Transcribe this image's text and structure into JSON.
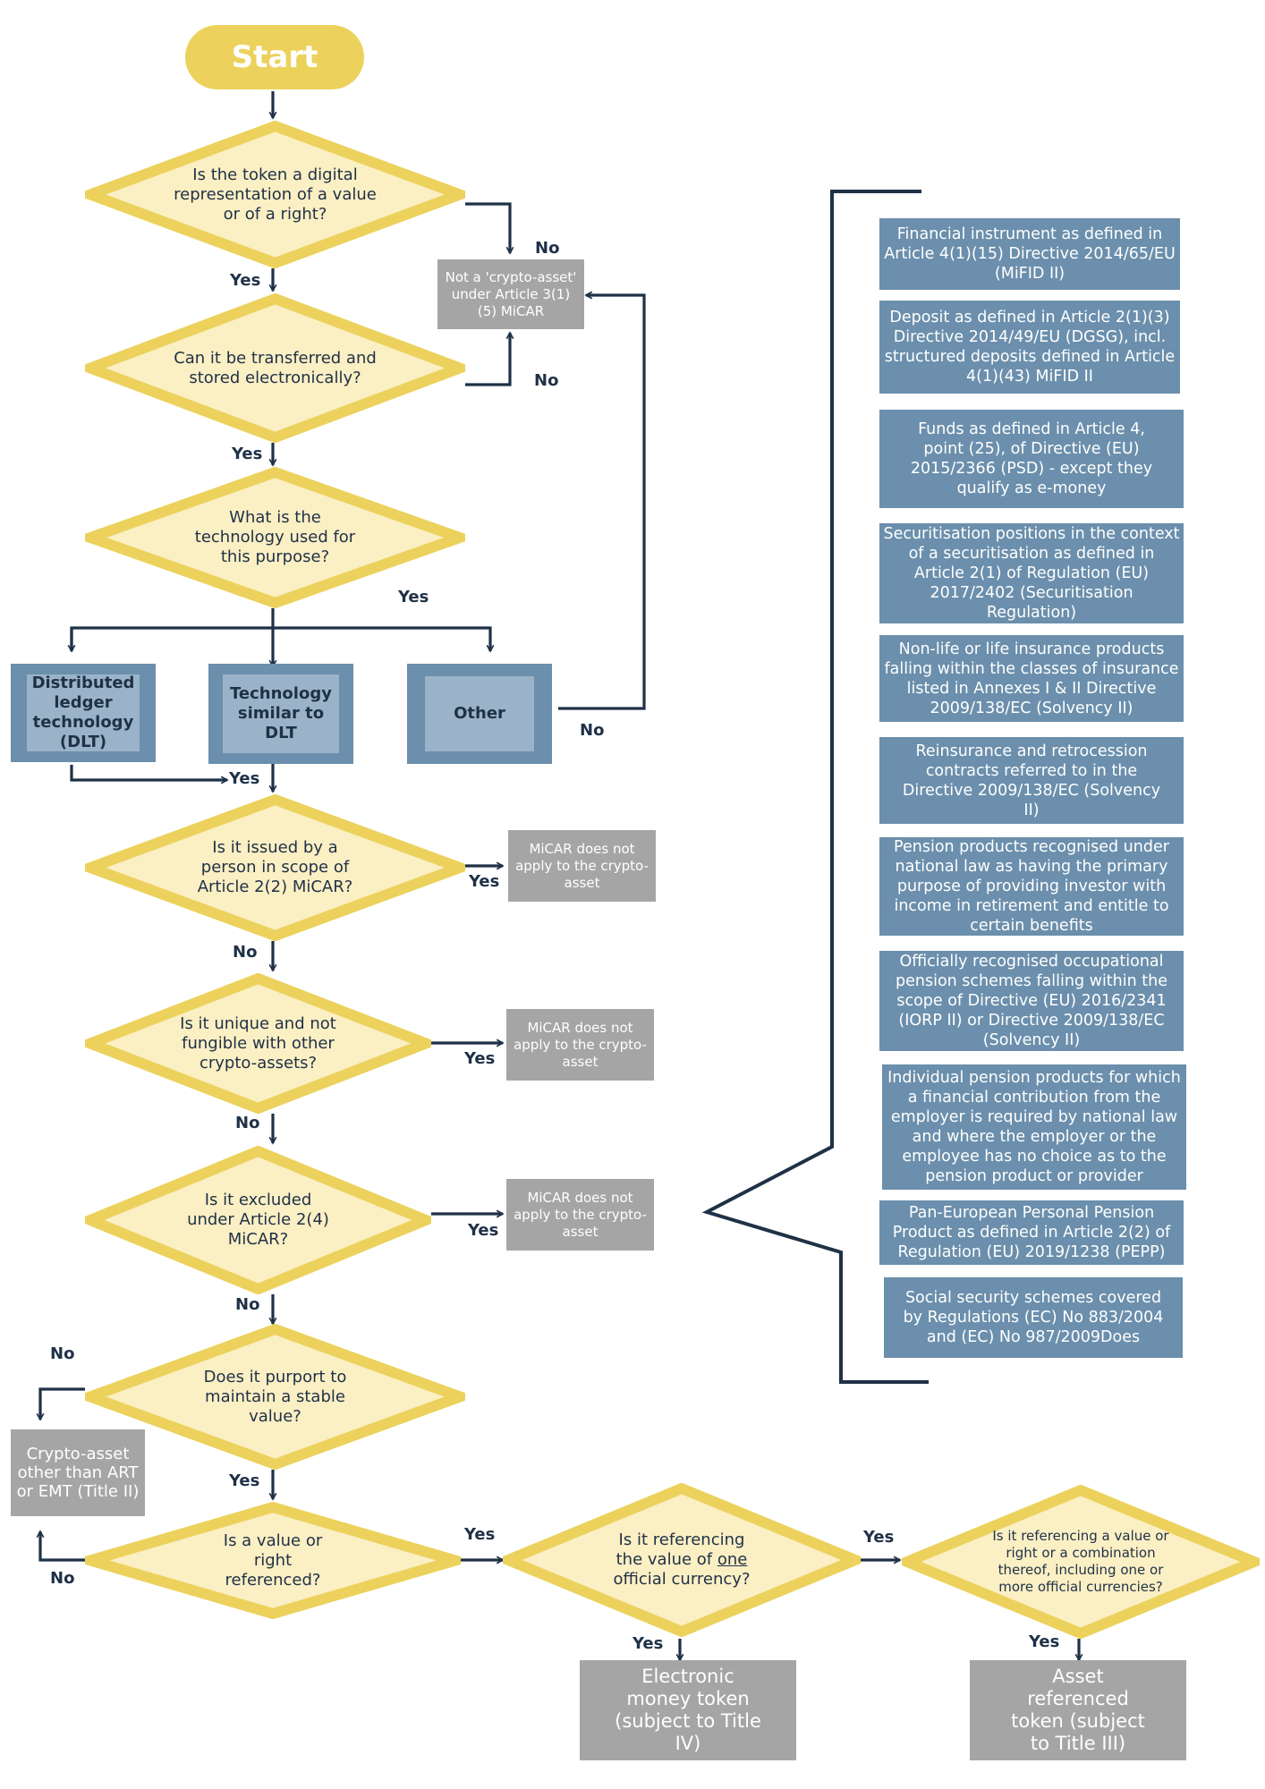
{
  "start": "Start",
  "questions": {
    "q1": "Is the token a digital representation of a value or of a right?",
    "q2": "Can it be transferred and stored electronically?",
    "q3": "What is the technology used for this purpose?",
    "q4": "Is it issued by a person in scope of Article 2(2) MiCAR?",
    "q5": "Is it unique and not fungible with other crypto-assets?",
    "q6": "Is it excluded under Article  2(4) MiCAR?",
    "q7": "Does it purport to maintain a stable value?",
    "q8": "Is a value or right referenced?",
    "q9_before": "Is it referencing the value of ",
    "q9_underline": "one",
    "q9_after": " official currency?",
    "q10": "Is it referencing a value or right or a combination thereof, including one or more official currencies?"
  },
  "technologies": {
    "dlt": "Distributed ledger technology (DLT)",
    "similar": "Technology similar to DLT",
    "other": "Other"
  },
  "outcomes": {
    "not_crypto": "Not a 'crypto-asset' under Article 3(1)(5) MiCAR",
    "micar_not_apply_1": "MiCAR does not apply to the crypto-asset",
    "micar_not_apply_2": "MiCAR does not apply to the crypto-asset",
    "micar_not_apply_3": "MiCAR does not apply to the crypto-asset",
    "other_crypto": "Crypto-asset other than ART or EMT (Title II)",
    "emt": "Electronic money token (subject to Title IV)",
    "art": "Asset referenced token (subject to Title III)"
  },
  "exclusions": [
    "Financial instrument as defined in Article 4(1)(15) Directive 2014/65/EU (MiFID II)",
    "Deposit as defined in Article 2(1)(3) Directive 2014/49/EU (DGSG), incl. structured deposits defined in Article 4(1)(43) MiFID II",
    "Funds as defined in Article 4, point (25), of Directive (EU) 2015/2366 (PSD) - except they qualify as e-money",
    "Securitisation positions in the context of a securitisation as defined in Article 2(1) of Regulation (EU) 2017/2402 (Securitisation Regulation)",
    "Non-life or life insurance products falling within the classes of insurance listed in Annexes I & II Directive 2009/138/EC (Solvency II)",
    "Reinsurance and retrocession contracts referred to in the Directive 2009/138/EC (Solvency II)",
    "Pension products recognised under national law as having the primary purpose of providing investor with income in retirement and entitle to certain benefits",
    "Officially recognised occupational pension schemes falling within the scope of Directive (EU) 2016/2341 (IORP II) or Directive 2009/138/EC (Solvency II)",
    "Individual pension products for which a financial contribution from the employer is required by national law and where the employer or the employee has no choice as to the pension product or provider",
    "Pan-European Personal Pension Product as defined in Article 2(2) of Regulation (EU) 2019/1238 (PEPP)",
    "Social security schemes covered by Regulations (EC) No 883/2004 and (EC) No 987/2009Does"
  ],
  "labels": {
    "yes": "Yes",
    "no": "No"
  },
  "colors": {
    "diamond_border": "#ecd25c",
    "diamond_fill": "#fbefc4",
    "navy": "#1f3147",
    "grey_box": "#a5a5a5",
    "blue_box": "#6b8fac",
    "blue_inner": "#9bb3c9"
  }
}
